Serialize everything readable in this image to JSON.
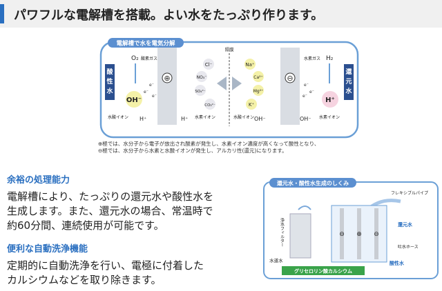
{
  "header": {
    "title": "パワフルな電解槽を搭載。よい水をたっぷり作ります。"
  },
  "diagram1": {
    "title": "電解槽で水を電気分解",
    "left_label": [
      "酸",
      "性",
      "水"
    ],
    "right_label": [
      "還",
      "元",
      "水"
    ],
    "membrane": "隔膜",
    "o2": "O₂",
    "o2_label": "酸素ガス",
    "h2": "H₂",
    "h2_label": "水素ガス",
    "anode": "⊕",
    "cathode": "⊖",
    "oh_left": "OH⁻",
    "h_right": "H⁺",
    "e_minus": "e⁻",
    "anions": [
      "Cl⁻",
      "NO₃⁻",
      "SO₄²⁻",
      "CO₃²⁻"
    ],
    "cations": [
      "Na⁺",
      "Ca²⁺",
      "Mg²⁺",
      "K⁺"
    ],
    "bottom_left_label": "水酸イオン",
    "bottom_h": "H⁺",
    "bottom_mid_left_label": "水素イオン",
    "bottom_mid_right_label": "水酸イオン",
    "bottom_oh": "OH⁻",
    "bottom_right_label": "水素イオン"
  },
  "caption": {
    "line1": "⊕極では、水分子から電子が放出され酸素が発生し、水素イオン濃度が高くなって酸性となり、",
    "line2": "⊖極では、水分子から水素と水酸イオンが発生し、アルカリ性(還元)になります。"
  },
  "section1": {
    "heading": "余裕の処理能力",
    "lines": [
      "電解槽により、たっぷりの還元水や酸性水を",
      "生成します。また、還元水の場合、常温時で",
      "約60分間、連続使用が可能です。"
    ]
  },
  "section2": {
    "heading": "便利な自動洗浄機能",
    "lines": [
      "定期的に自動洗浄を行い、電極に付着した",
      "カルシウムなどを取り除きます。"
    ]
  },
  "diagram2": {
    "title": "還元水・酸性水生成のしくみ",
    "flexible_pipe": "フレキシブルパイプ",
    "filter": "浄水フィルター",
    "reduced_water": "還元水",
    "drain_hose": "吐水ホース",
    "tap_water": "水道水",
    "acidic_water": "酸性水",
    "glycerin": "グリセロリン酸カルシウム",
    "electrodes": [
      "⊖",
      "⊕",
      "⊖"
    ]
  },
  "colors": {
    "accent": "#2a6fc0",
    "diagram_border": "#6a9fd6",
    "label_bg": "#2b4f8f",
    "glycerin_green": "#3aa34a"
  }
}
